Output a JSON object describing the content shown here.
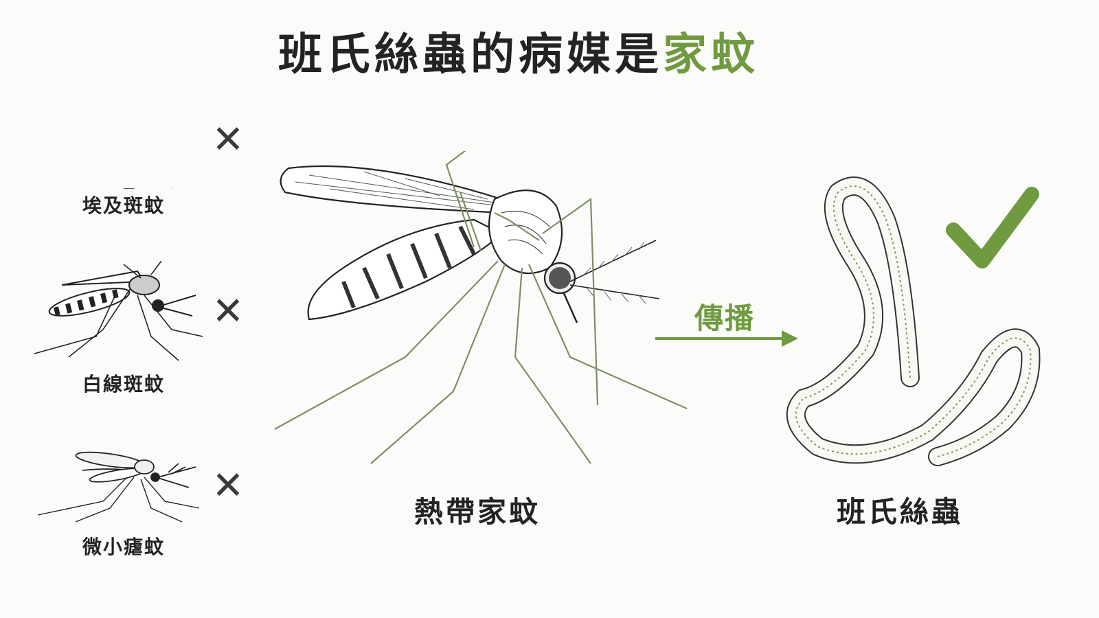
{
  "title": {
    "main": "班氏絲蟲的病媒是",
    "accent": "家蚊"
  },
  "small_mosquitoes": [
    {
      "label": "埃及斑蚊",
      "mark": "✕"
    },
    {
      "label": "白線斑蚊",
      "mark": "✕"
    },
    {
      "label": "微小瘧蚊",
      "mark": "✕"
    }
  ],
  "center": {
    "label": "熱帶家蚊"
  },
  "transmit": {
    "label": "傳播"
  },
  "right": {
    "label": "班氏絲蟲"
  },
  "colors": {
    "accent": "#6f9a3f",
    "ink": "#232323",
    "background": "#fbfbfa"
  },
  "icons": {
    "wrong": "cross-icon",
    "correct": "check-icon",
    "arrow": "arrow-right-icon"
  }
}
